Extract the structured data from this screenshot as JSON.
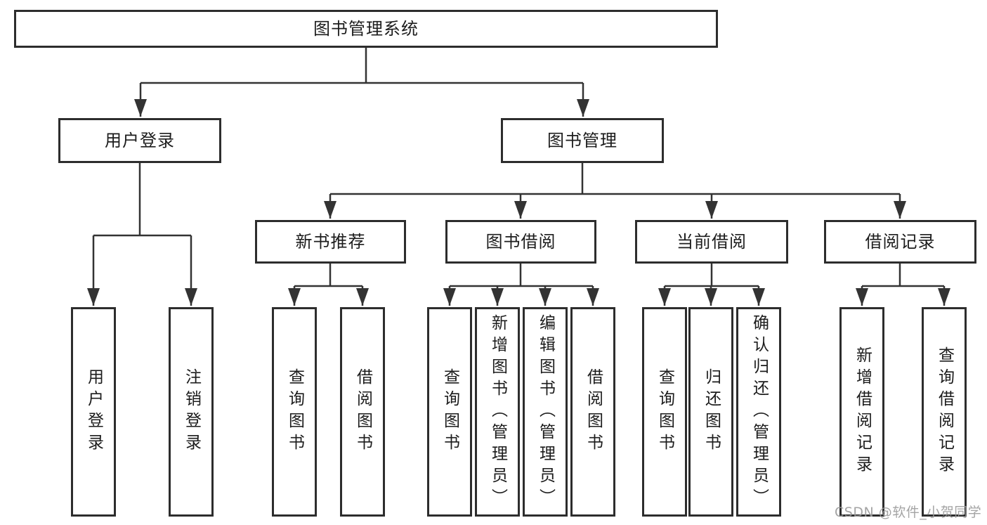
{
  "colors": {
    "box_border": "#2d2d2d",
    "connector_line": "#333333",
    "text": "#1c1c1c",
    "watermark_gray": "#9b9b9b",
    "background": "#ffffff"
  },
  "watermark": "CSDN @软件_小贺同学",
  "nodes": {
    "root": {
      "label": "图书管理系统"
    },
    "user_login": {
      "label": "用户登录"
    },
    "book_management": {
      "label": "图书管理"
    },
    "new_book_recommend": {
      "label": "新书推荐"
    },
    "book_borrow": {
      "label": "图书借阅"
    },
    "current_borrow": {
      "label": "当前借阅"
    },
    "borrow_records": {
      "label": "借阅记录"
    },
    "leaf_user_login": {
      "label": "用户登录"
    },
    "leaf_logout": {
      "label": "注销登录"
    },
    "leaf_nb_query_books": {
      "label": "查询图书"
    },
    "leaf_nb_borrow_books": {
      "label": "借阅图书"
    },
    "leaf_bb_query_books": {
      "label": "查询图书"
    },
    "leaf_bb_add_books": {
      "label": "新增图书（管理员）"
    },
    "leaf_bb_edit_books": {
      "label": "编辑图书（管理员）"
    },
    "leaf_bb_borrow_books": {
      "label": "借阅图书"
    },
    "leaf_cb_query_books": {
      "label": "查询图书"
    },
    "leaf_cb_return_books": {
      "label": "归还图书"
    },
    "leaf_cb_confirm_return": {
      "label": "确认归还（管理员）"
    },
    "leaf_br_add_record": {
      "label": "新增借阅记录"
    },
    "leaf_br_query_record": {
      "label": "查询借阅记录"
    }
  },
  "hierarchy": {
    "图书管理系统": {
      "用户登录": [
        "用户登录",
        "注销登录"
      ],
      "图书管理": {
        "新书推荐": [
          "查询图书",
          "借阅图书"
        ],
        "图书借阅": [
          "查询图书",
          "新增图书（管理员）",
          "编辑图书（管理员）",
          "借阅图书"
        ],
        "当前借阅": [
          "查询图书",
          "归还图书",
          "确认归还（管理员）"
        ],
        "借阅记录": [
          "新增借阅记录",
          "查询借阅记录"
        ]
      }
    }
  }
}
